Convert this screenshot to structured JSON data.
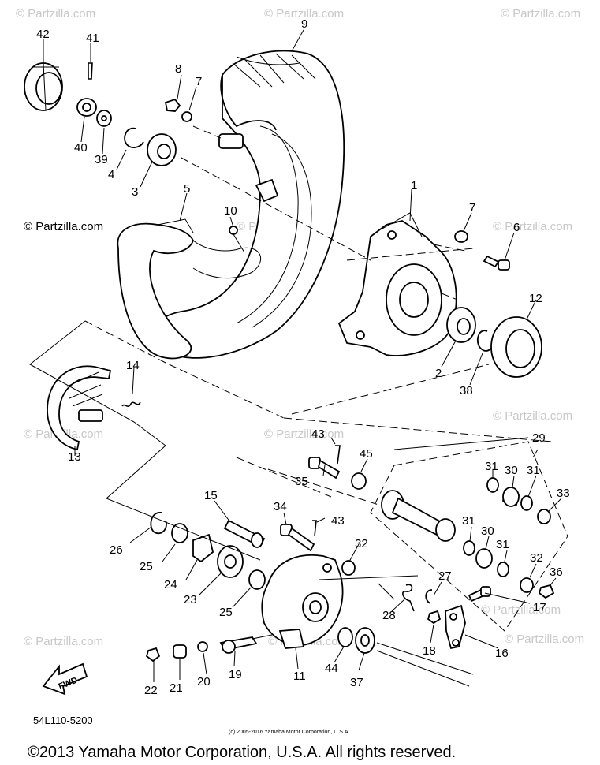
{
  "watermarks": [
    "© Partzilla.com",
    "© Partzilla.com",
    "© Partzilla.com",
    "© Partzilla.com",
    "© Partzilla.com",
    "© Partzilla.com",
    "© Partzilla.com",
    "© Partzilla.com",
    "© Partzilla.com",
    "© Partzilla.com",
    "© Partzilla.com",
    "© Partzilla.com",
    "© Partzilla.com"
  ],
  "part_labels": [
    "42",
    "41",
    "9",
    "8",
    "7",
    "40",
    "39",
    "4",
    "3",
    "5",
    "10",
    "1",
    "7",
    "6",
    "12",
    "2",
    "38",
    "14",
    "13",
    "43",
    "45",
    "29",
    "31",
    "30",
    "31",
    "33",
    "15",
    "35",
    "34",
    "43",
    "31",
    "26",
    "25",
    "24",
    "23",
    "25",
    "32",
    "30",
    "31",
    "32",
    "36",
    "27",
    "28",
    "17",
    "18",
    "16",
    "22",
    "21",
    "20",
    "19",
    "11",
    "44",
    "37"
  ],
  "fwd_label": "FWD",
  "diagram_code": "54L110-5200",
  "small_copyright": "(c) 2005-2016 Yamaha Motor Corporation, U.S.A.",
  "footer_copyright": "©2013 Yamaha Motor Corporation, U.S.A. All rights reserved."
}
